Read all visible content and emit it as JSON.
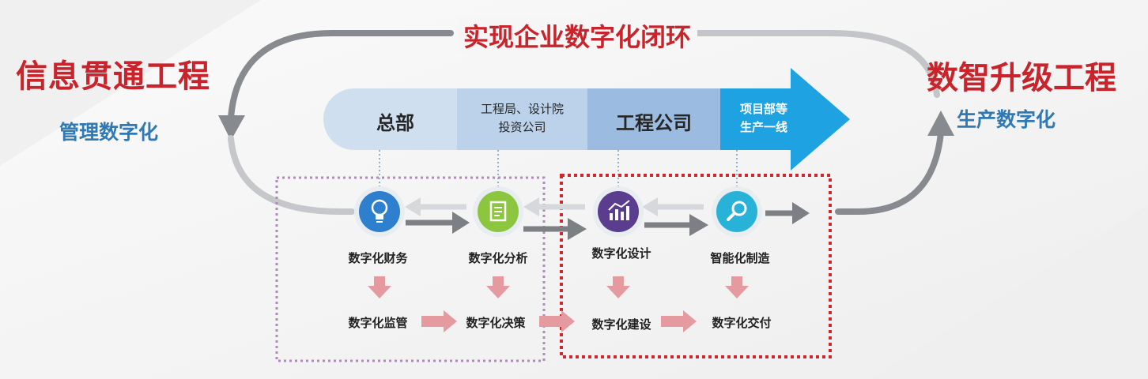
{
  "title": "实现企业数字化闭环",
  "left": {
    "title": "信息贯通工程",
    "subtitle": "管理数字化"
  },
  "right": {
    "title": "数智升级工程",
    "subtitle": "生产数字化"
  },
  "bar_segments": [
    {
      "line1": "总部",
      "line2": "",
      "color": "#cfdff0"
    },
    {
      "line1": "工程局、设计院",
      "line2": "投资公司",
      "color": "#bcd2ea"
    },
    {
      "line1": "工程公司",
      "line2": "",
      "color": "#9bbbe0"
    },
    {
      "line1": "项目部等",
      "line2": "生产一线",
      "color": "#1ea2e2"
    }
  ],
  "nodes": [
    {
      "label": "数字化财务",
      "icon": "lightbulb-icon",
      "color": "#2f7fcf"
    },
    {
      "label": "数字化分析",
      "icon": "document-icon",
      "color": "#8cc63f"
    },
    {
      "label": "数字化设计",
      "icon": "chart-icon",
      "color": "#5b3d8f"
    },
    {
      "label": "智能化制造",
      "icon": "magnifier-icon",
      "color": "#29b2d8"
    }
  ],
  "bottom_items": [
    {
      "label": "数字化监管"
    },
    {
      "label": "数字化决策"
    },
    {
      "label": "数字化建设"
    },
    {
      "label": "数字化交付"
    }
  ],
  "colors": {
    "title_red": "#c9242b",
    "subtitle_blue": "#2f79b5",
    "loop_gray": "#888c91",
    "pink_arrow": "#e59aa0",
    "left_box": "#b08ab8",
    "right_box": "#d0262e"
  }
}
